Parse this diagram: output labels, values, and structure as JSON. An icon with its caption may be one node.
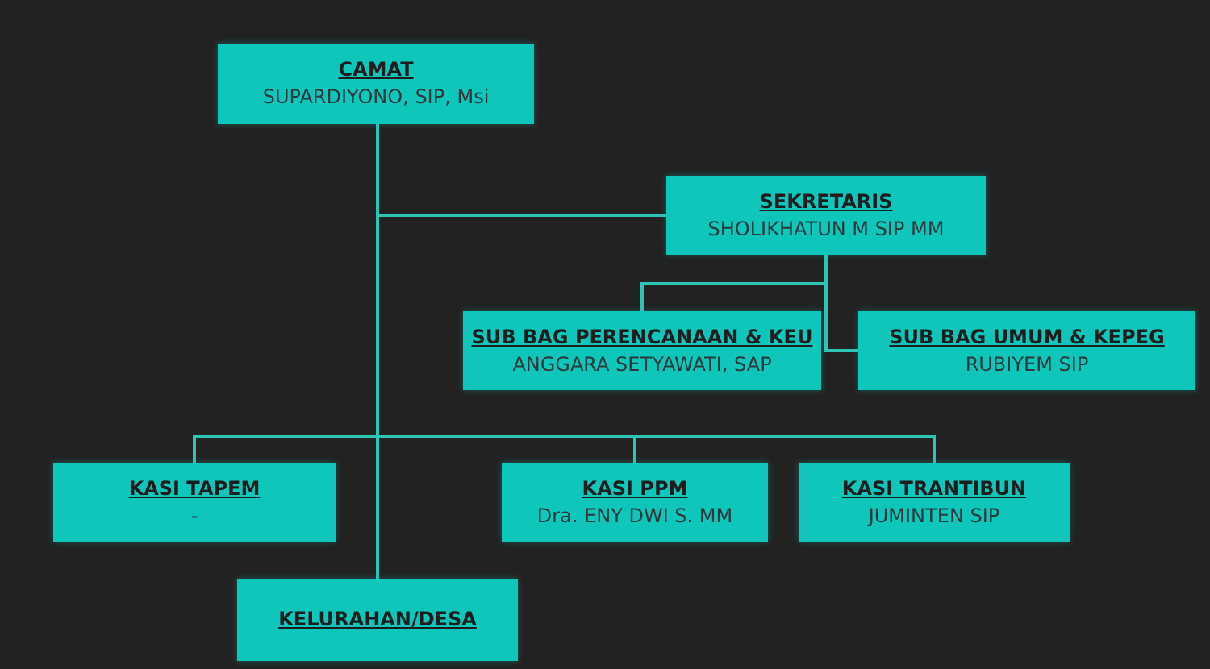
{
  "diagram": {
    "nodes": [
      {
        "text": [
          "CAMAT",
          "SUPARDIYONO, SIP, Msi"
        ]
      },
      {
        "text": [
          "SEKRETARIS",
          "SHOLIKHATUN M SIP MM"
        ]
      },
      {
        "text": [
          "SUB BAG PERENCANAAN & KEU",
          "ANGGARA SETYAWATI, SAP"
        ]
      },
      {
        "text": [
          "SUB BAG UMUM & KEPEG",
          "RUBIYEM SIP"
        ]
      },
      {
        "text": [
          "KASI TAPEM",
          "-"
        ]
      },
      {
        "text": [
          "KASI PPM",
          "Dra. ENY DWI S. MM"
        ]
      },
      {
        "text": [
          "KASI TRANTIBUN",
          "JUMINTEN SIP"
        ]
      },
      {
        "text": [
          "KELURAHAN/DESA"
        ]
      }
    ],
    "edges": [
      {
        "from": 0,
        "to": 1,
        "arrow": "none"
      },
      {
        "from": 1,
        "to": 2,
        "arrow": "none"
      },
      {
        "from": 1,
        "to": 3,
        "arrow": "none"
      },
      {
        "from": 0,
        "to": 4,
        "arrow": "none"
      },
      {
        "from": 0,
        "to": 5,
        "arrow": "none"
      },
      {
        "from": 0,
        "to": 6,
        "arrow": "none"
      },
      {
        "from": 0,
        "to": 7,
        "arrow": "none"
      }
    ]
  }
}
